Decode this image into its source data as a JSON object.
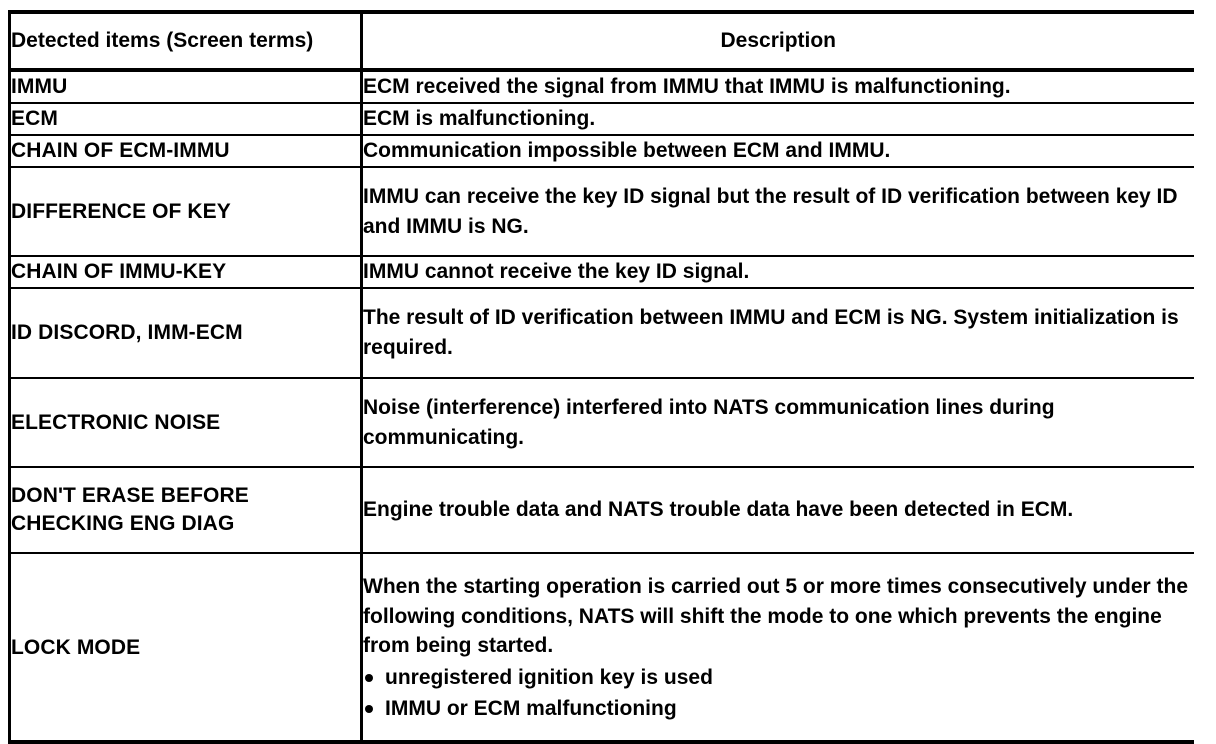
{
  "table": {
    "columns": [
      {
        "key": "item",
        "label": "Detected items (Screen terms)"
      },
      {
        "key": "description",
        "label": "Description"
      }
    ],
    "rows": [
      {
        "item": "IMMU",
        "description": "ECM received the signal from IMMU that IMMU is malfunctioning."
      },
      {
        "item": "ECM",
        "description": "ECM is malfunctioning."
      },
      {
        "item": "CHAIN OF ECM-IMMU",
        "description": "Communication impossible between ECM and IMMU."
      },
      {
        "item": "DIFFERENCE OF KEY",
        "description": "IMMU can receive the key ID signal but the result of ID verification between key ID and IMMU is NG."
      },
      {
        "item": "CHAIN OF IMMU-KEY",
        "description": "IMMU cannot receive the key ID signal."
      },
      {
        "item": "ID DISCORD, IMM-ECM",
        "description": "The result of ID verification between IMMU and ECM is NG. System initialization is required."
      },
      {
        "item": "ELECTRONIC NOISE",
        "description": "Noise (interference) interfered into NATS communication lines during communicating."
      },
      {
        "item": "DON'T ERASE BEFORE\nCHECKING ENG DIAG",
        "description": "Engine trouble data and NATS trouble data have been detected in ECM."
      },
      {
        "item": "LOCK MODE",
        "description": "When the starting operation is carried out 5 or more times consecutively under the following conditions, NATS will shift the mode to one which prevents the engine from being started.",
        "bullets": [
          "unregistered ignition key is used",
          "IMMU or ECM malfunctioning"
        ]
      }
    ]
  },
  "colors": {
    "text": "#000000",
    "background": "#ffffff",
    "border": "#000000"
  }
}
